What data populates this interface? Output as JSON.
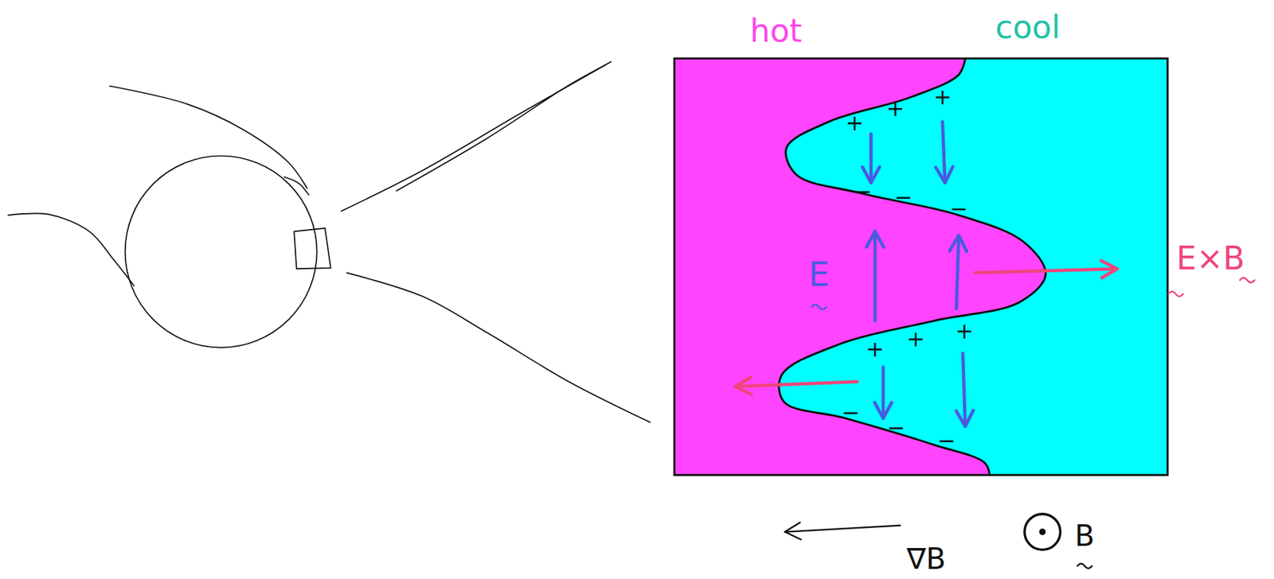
{
  "diagram": {
    "labels": [
      "hot",
      "cool",
      "+",
      "+",
      "+",
      "−",
      "−",
      "−",
      "+",
      "+",
      "+",
      "−",
      "−",
      "−",
      "E",
      "E×B",
      "∇B",
      "B"
    ]
  }
}
